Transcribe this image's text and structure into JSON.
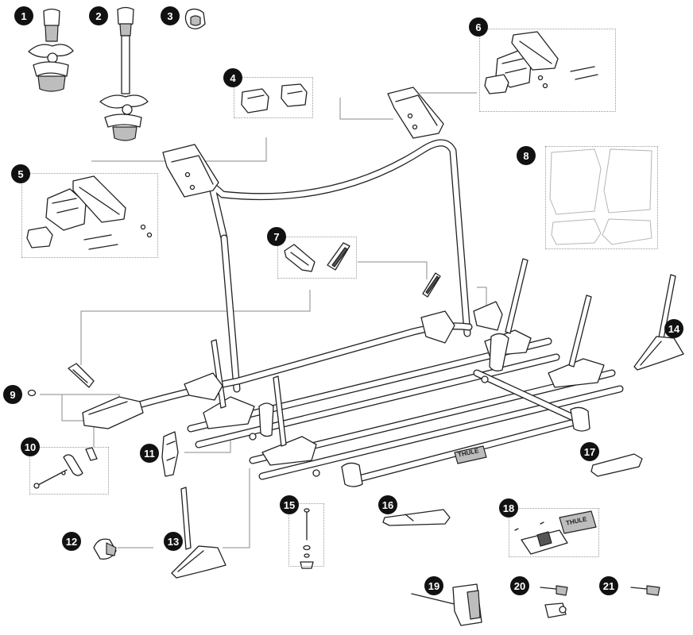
{
  "diagram": {
    "parts": [
      {
        "number": "1"
      },
      {
        "number": "2"
      },
      {
        "number": "3"
      },
      {
        "number": "4"
      },
      {
        "number": "5"
      },
      {
        "number": "6"
      },
      {
        "number": "7"
      },
      {
        "number": "8"
      },
      {
        "number": "9"
      },
      {
        "number": "10"
      },
      {
        "number": "11"
      },
      {
        "number": "12"
      },
      {
        "number": "13"
      },
      {
        "number": "14"
      },
      {
        "number": "15"
      },
      {
        "number": "16"
      },
      {
        "number": "17"
      },
      {
        "number": "18"
      },
      {
        "number": "19"
      },
      {
        "number": "20"
      },
      {
        "number": "21"
      }
    ],
    "brand_mark": "THULE"
  }
}
